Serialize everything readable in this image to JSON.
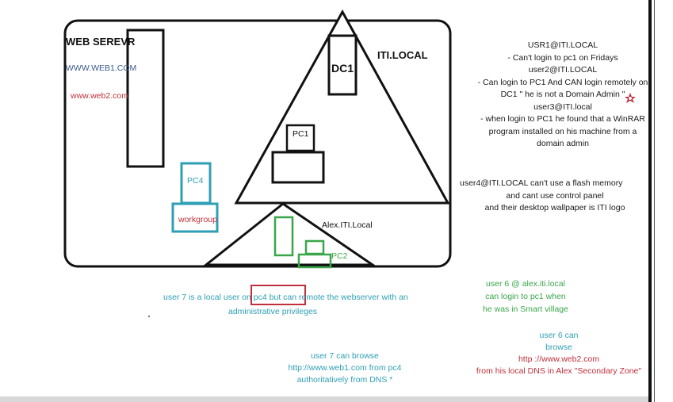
{
  "labels": {
    "web_server": "WEB SEREVR",
    "www_web1": "WWW.WEB1.COM",
    "www_web2": "www.web2.com",
    "dc1": "DC1",
    "iti_local": "ITI.LOCAL",
    "pc1": "PC1",
    "pc4": "PC4",
    "workgroup": "workgroup",
    "alex_iti_local": "Alex.ITI.Local",
    "pc2": "PC2"
  },
  "notes": {
    "right_users": [
      "USR1@ITI.LOCAL",
      "- Can't login to pc1 on Fridays",
      "user2@ITI.LOCAL",
      "- Can login to PC1 And CAN login remotely on",
      "DC1 \" he is not a Domain Admin \"",
      "user3@ITI.local",
      "- when login to PC1 he found  that a WinRAR",
      "program installed on his machine from a",
      "domain admin"
    ],
    "user4": [
      "user4@ITI.LOCAL   can't use a flash memory",
      "and cant use control panel",
      "and their desktop wallpaper is ITI logo"
    ],
    "user7_line1_pre": "user 7 is a local user on pc4",
    "user7_line1_box": "but can remote",
    "user7_line1_post": " the webserver with an",
    "user7_line2": "administrative  privileges",
    "user7_browse": [
      "user 7 can browse",
      "http://www.web1.com from pc4",
      "authoritatively from DNS *"
    ],
    "user6_alex": [
      "user 6 @ alex.iti.local",
      "can login to pc1 when",
      "he was in Smart village"
    ],
    "user6_browse": [
      "user 6 can",
      "browse",
      "http ://www.web2.com",
      "from his local DNS in Alex \"Secondary Zone\""
    ]
  },
  "colors": {
    "black": "#111111",
    "teal": "#2e9fb5",
    "green": "#3aa64a",
    "red": "#c0303c",
    "navy": "#3a5a8c"
  }
}
